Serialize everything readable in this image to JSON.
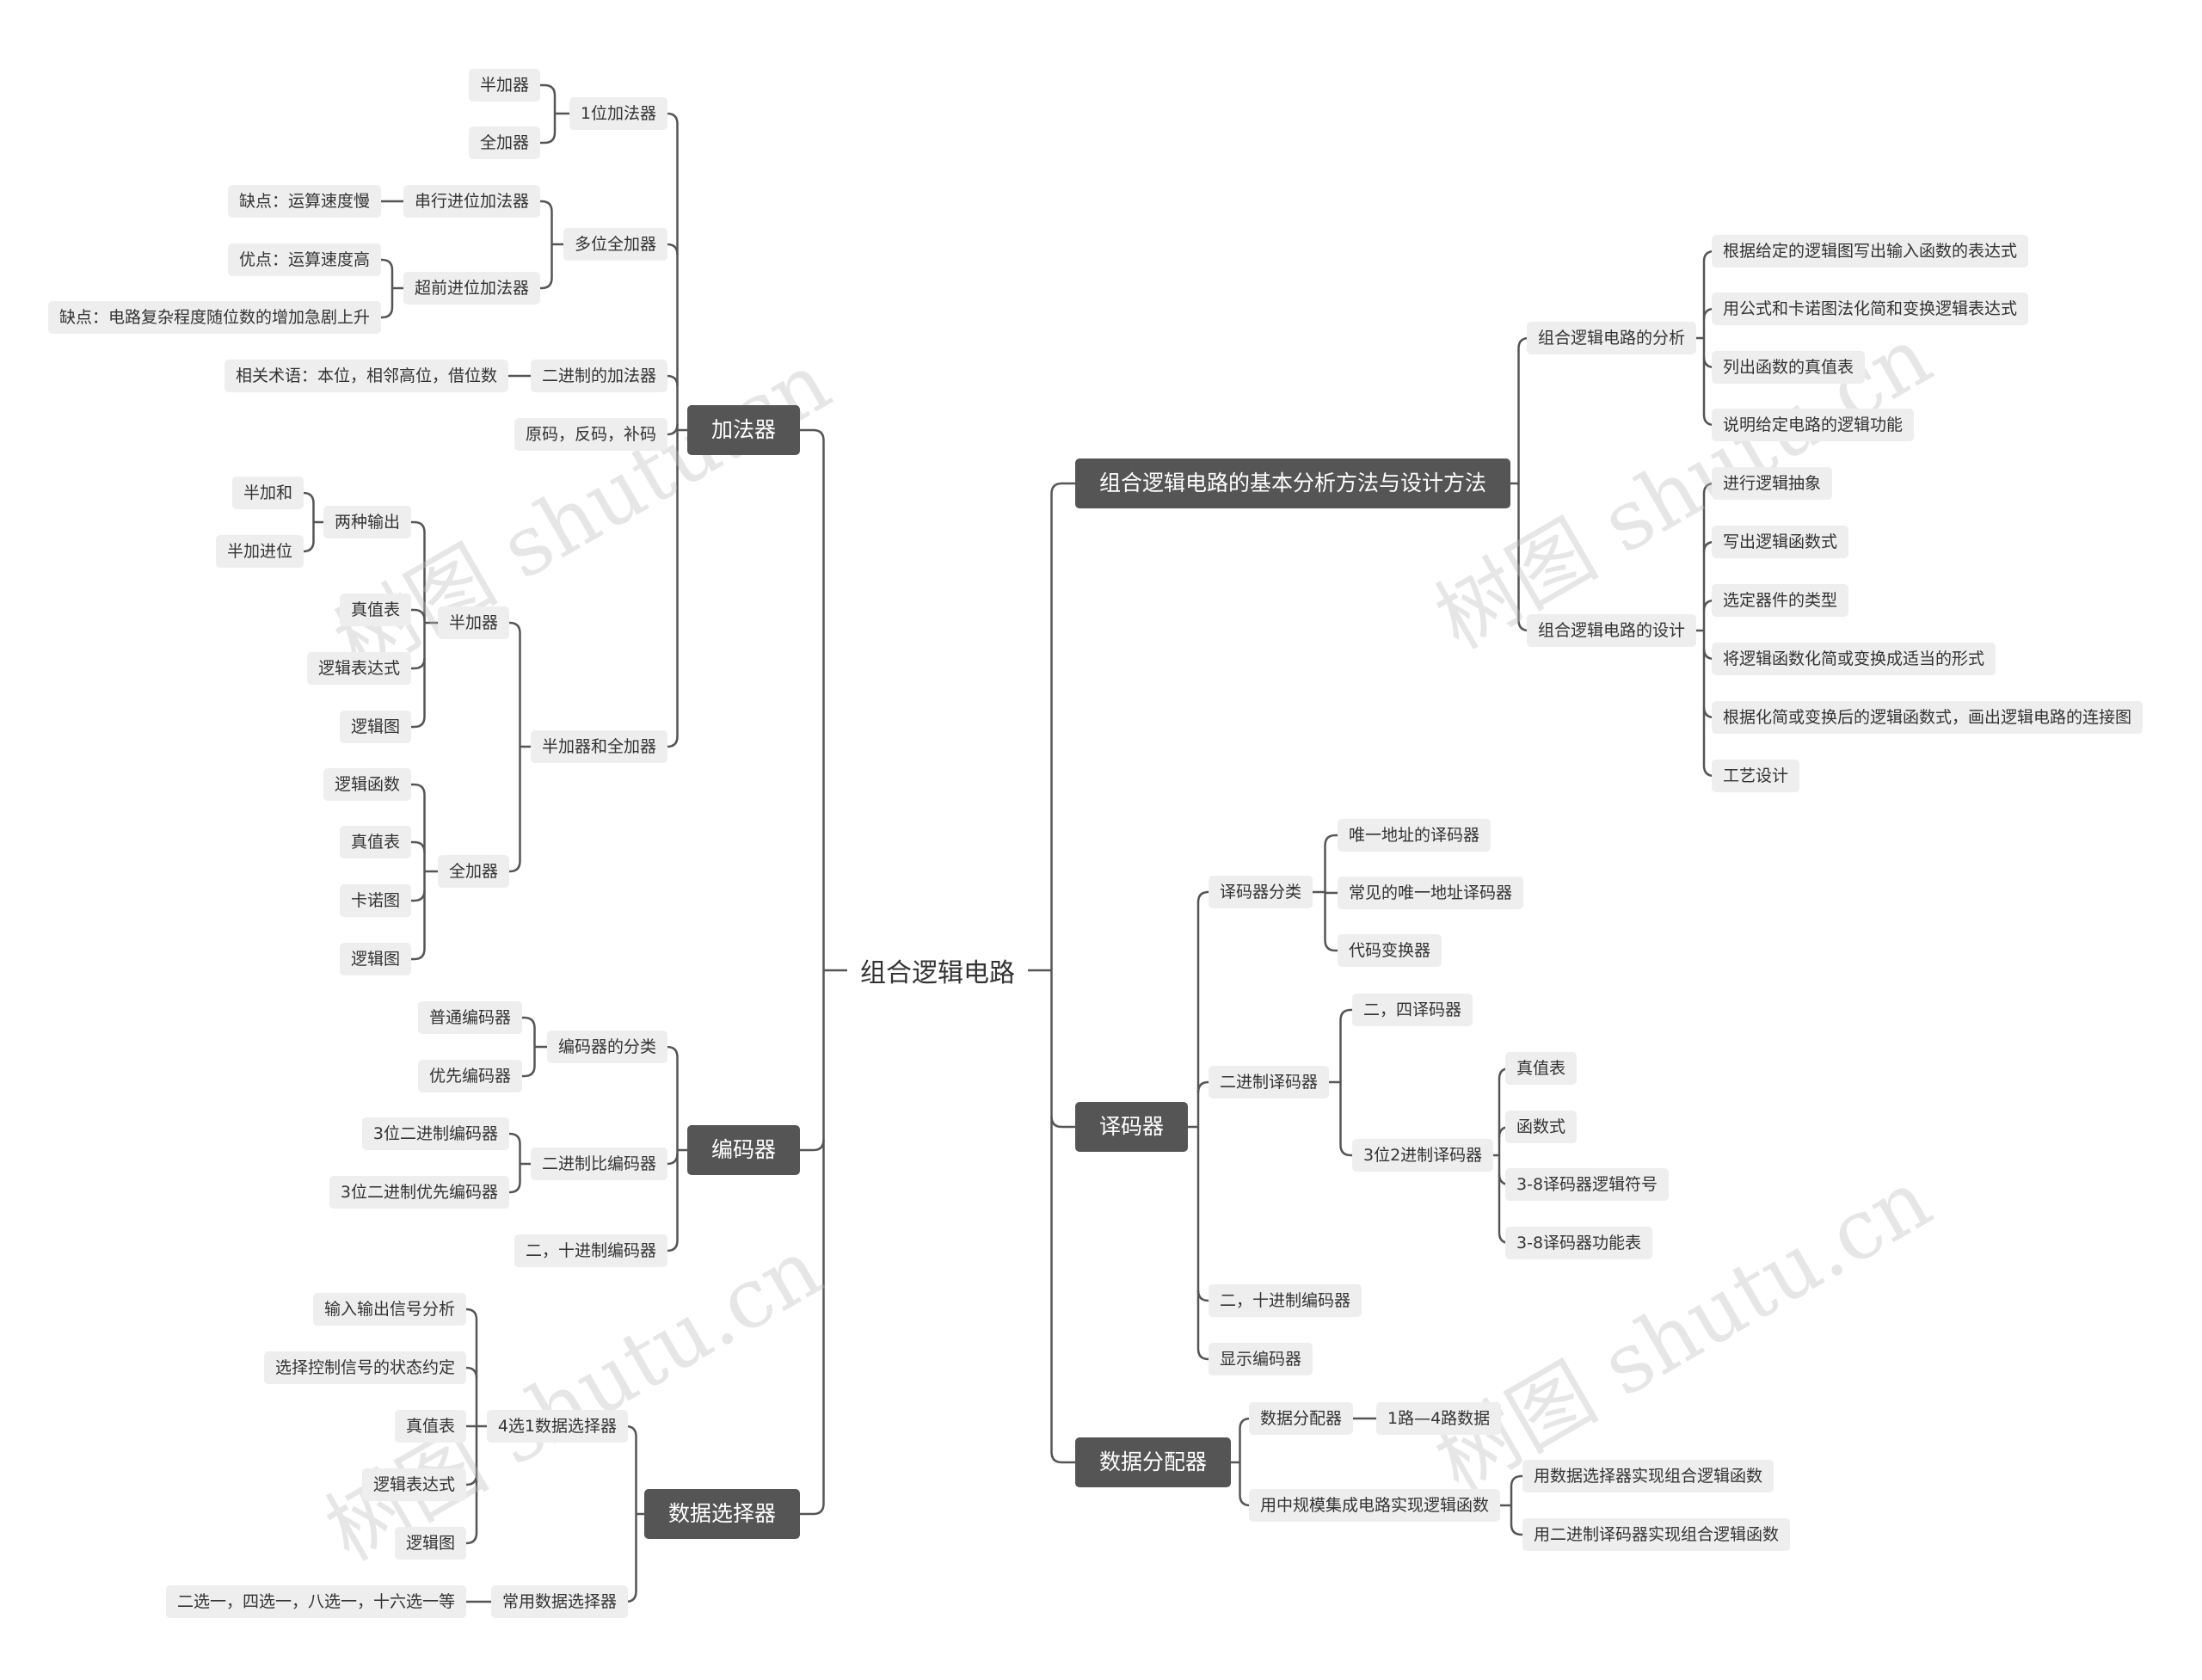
{
  "root": "组合逻辑电路",
  "watermark": "树图 shutu.cn",
  "left": [
    {
      "label": "加法器",
      "children": [
        {
          "label": "1位加法器",
          "children": [
            {
              "label": "半加器"
            },
            {
              "label": "全加器"
            }
          ]
        },
        {
          "label": "多位全加器",
          "children": [
            {
              "label": "串行进位加法器",
              "children": [
                {
                  "label": "缺点：运算速度慢"
                }
              ]
            },
            {
              "label": "超前进位加法器",
              "children": [
                {
                  "label": "优点：运算速度高"
                },
                {
                  "label": "缺点：电路复杂程度随位数的增加急剧上升"
                }
              ]
            }
          ]
        },
        {
          "label": "二进制的加法器",
          "children": [
            {
              "label": "相关术语：本位，相邻高位，借位数"
            }
          ]
        },
        {
          "label": "原码，反码，补码"
        },
        {
          "label": "半加器和全加器",
          "children": [
            {
              "label": "半加器",
              "children": [
                {
                  "label": "两种输出",
                  "children": [
                    {
                      "label": "半加和"
                    },
                    {
                      "label": "半加进位"
                    }
                  ]
                },
                {
                  "label": "真值表"
                },
                {
                  "label": "逻辑表达式"
                },
                {
                  "label": "逻辑图"
                }
              ]
            },
            {
              "label": "全加器",
              "children": [
                {
                  "label": "逻辑函数"
                },
                {
                  "label": "真值表"
                },
                {
                  "label": "卡诺图"
                },
                {
                  "label": "逻辑图"
                }
              ]
            }
          ]
        }
      ]
    },
    {
      "label": "编码器",
      "children": [
        {
          "label": "编码器的分类",
          "children": [
            {
              "label": "普通编码器"
            },
            {
              "label": "优先编码器"
            }
          ]
        },
        {
          "label": "二进制比编码器",
          "children": [
            {
              "label": "3位二进制编码器"
            },
            {
              "label": "3位二进制优先编码器"
            }
          ]
        },
        {
          "label": "二，十进制编码器"
        }
      ]
    },
    {
      "label": "数据选择器",
      "children": [
        {
          "label": "4选1数据选择器",
          "children": [
            {
              "label": "输入输出信号分析"
            },
            {
              "label": "选择控制信号的状态约定"
            },
            {
              "label": "真值表"
            },
            {
              "label": "逻辑表达式"
            },
            {
              "label": "逻辑图"
            }
          ]
        },
        {
          "label": "常用数据选择器",
          "children": [
            {
              "label": "二选一，四选一，八选一，十六选一等"
            }
          ]
        }
      ]
    }
  ],
  "right": [
    {
      "label": "组合逻辑电路的基本分析方法与设计方法",
      "children": [
        {
          "label": "组合逻辑电路的分析",
          "children": [
            {
              "label": "根据给定的逻辑图写出输入函数的表达式"
            },
            {
              "label": "用公式和卡诺图法化简和变换逻辑表达式"
            },
            {
              "label": "列出函数的真值表"
            },
            {
              "label": "说明给定电路的逻辑功能"
            }
          ]
        },
        {
          "label": "组合逻辑电路的设计",
          "children": [
            {
              "label": "进行逻辑抽象"
            },
            {
              "label": "写出逻辑函数式"
            },
            {
              "label": "选定器件的类型"
            },
            {
              "label": "将逻辑函数化简或变换成适当的形式"
            },
            {
              "label": "根据化简或变换后的逻辑函数式，画出逻辑电路的连接图"
            },
            {
              "label": "工艺设计"
            }
          ]
        }
      ]
    },
    {
      "label": "译码器",
      "children": [
        {
          "label": "译码器分类",
          "children": [
            {
              "label": "唯一地址的译码器"
            },
            {
              "label": "常见的唯一地址译码器"
            },
            {
              "label": "代码变换器"
            }
          ]
        },
        {
          "label": "二进制译码器",
          "children": [
            {
              "label": "二，四译码器"
            },
            {
              "label": "3位2进制译码器",
              "children": [
                {
                  "label": "真值表"
                },
                {
                  "label": "函数式"
                },
                {
                  "label": "3-8译码器逻辑符号"
                },
                {
                  "label": "3-8译码器功能表"
                }
              ]
            }
          ]
        },
        {
          "label": "二，十进制编码器"
        },
        {
          "label": "显示编码器"
        }
      ]
    },
    {
      "label": "数据分配器",
      "children": [
        {
          "label": "数据分配器",
          "children": [
            {
              "label": "1路—4路数据"
            }
          ]
        },
        {
          "label": "用中规模集成电路实现逻辑函数",
          "children": [
            {
              "label": "用数据选择器实现组合逻辑函数"
            },
            {
              "label": "用二进制译码器实现组合逻辑函数"
            }
          ]
        }
      ]
    }
  ]
}
